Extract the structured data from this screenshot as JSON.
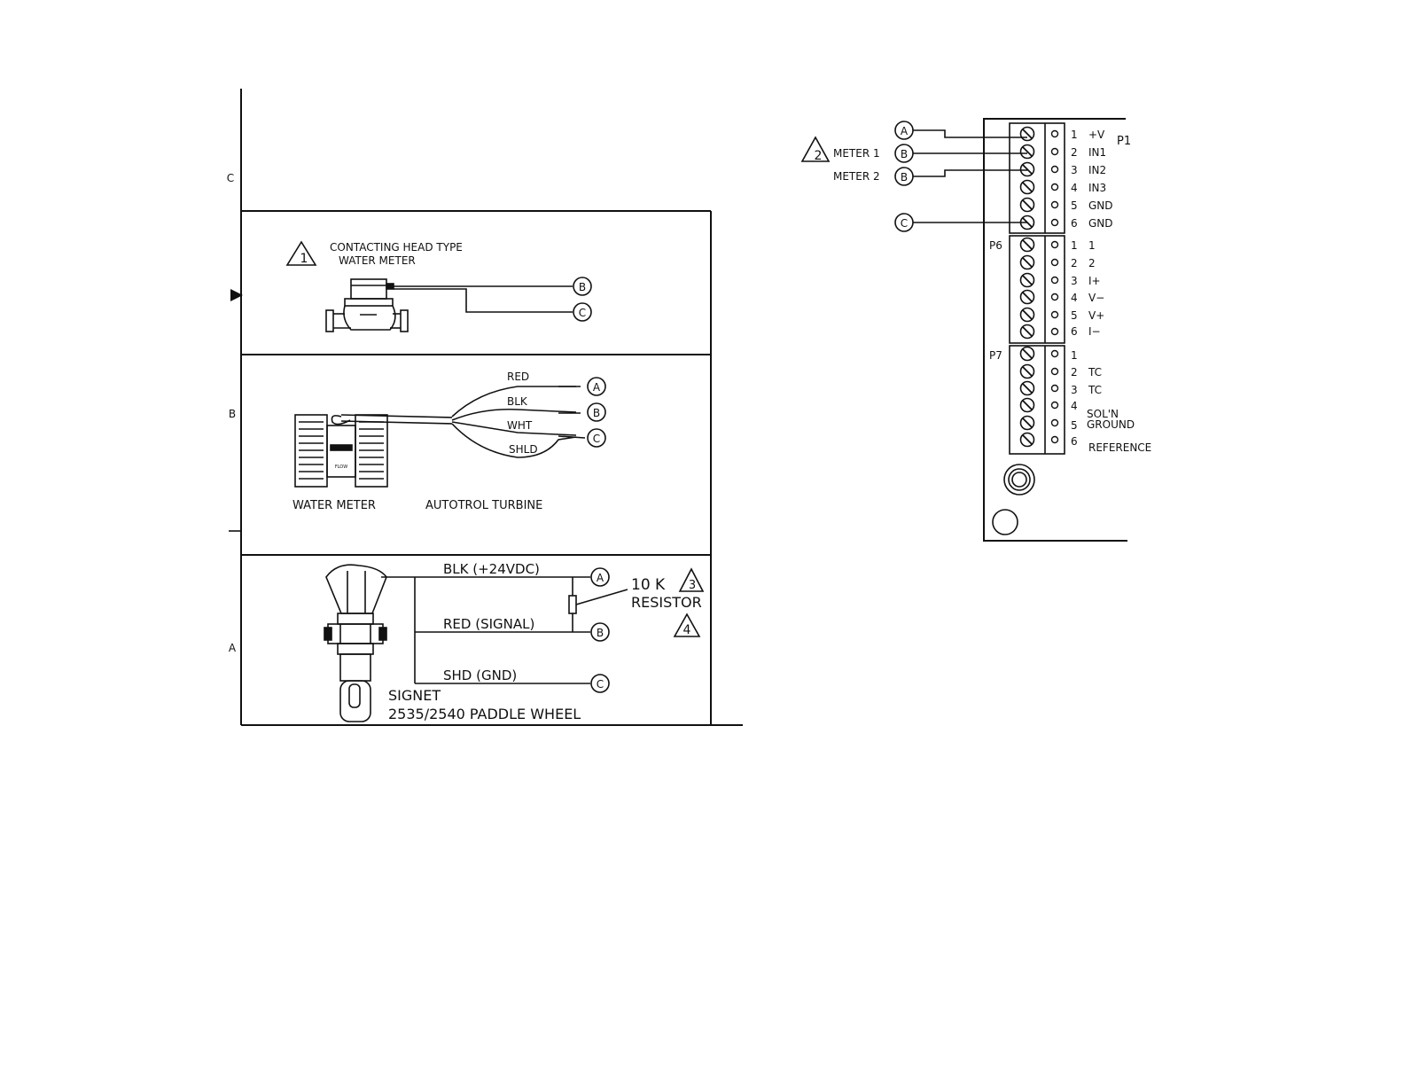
{
  "left_panel": {
    "zone_labels": [
      "C",
      "B",
      "A"
    ],
    "section1": {
      "note_number": "1",
      "title_line1": "CONTACTING HEAD TYPE",
      "title_line2": "WATER METER",
      "terminals": [
        "B",
        "C"
      ]
    },
    "section2": {
      "wires": [
        "RED",
        "BLK",
        "WHT",
        "SHLD"
      ],
      "terminals": [
        "A",
        "B",
        "C"
      ],
      "meter_label": "WATER METER",
      "turbine_label": "AUTOTROL TURBINE",
      "flow_text": "FLOW"
    },
    "section3": {
      "wires": [
        "BLK (+24VDC)",
        "RED (SIGNAL)",
        "SHD (GND)"
      ],
      "terminals": [
        "A",
        "B",
        "C"
      ],
      "resistor_line1": "10 K",
      "resistor_line2": "RESISTOR",
      "note3": "3",
      "note4": "4",
      "device_line1": "SIGNET",
      "device_line2": "2535/2540  PADDLE WHEEL"
    }
  },
  "right_panel": {
    "note_number": "2",
    "inputs": [
      {
        "label": "",
        "terminal": "A"
      },
      {
        "label": "METER  1",
        "terminal": "B"
      },
      {
        "label": "METER  2",
        "terminal": "B"
      },
      {
        "label": "",
        "terminal": "C"
      }
    ],
    "p1": {
      "name": "P1",
      "pins": [
        {
          "num": "1",
          "label": "+V"
        },
        {
          "num": "2",
          "label": "IN1"
        },
        {
          "num": "3",
          "label": "IN2"
        },
        {
          "num": "4",
          "label": "IN3"
        },
        {
          "num": "5",
          "label": "GND"
        },
        {
          "num": "6",
          "label": "GND"
        }
      ]
    },
    "p6": {
      "name": "P6",
      "pins": [
        {
          "num": "1",
          "label": "1"
        },
        {
          "num": "2",
          "label": "2"
        },
        {
          "num": "3",
          "label": "I+"
        },
        {
          "num": "4",
          "label": "V−"
        },
        {
          "num": "5",
          "label": "V+"
        },
        {
          "num": "6",
          "label": "I−"
        }
      ]
    },
    "p7": {
      "name": "P7",
      "pins": [
        {
          "num": "1",
          "label": ""
        },
        {
          "num": "2",
          "label": "TC"
        },
        {
          "num": "3",
          "label": "TC"
        },
        {
          "num": "4",
          "label": "SOL'N"
        },
        {
          "num": "5",
          "label": "GROUND"
        },
        {
          "num": "6",
          "label": "REFERENCE"
        }
      ]
    }
  }
}
